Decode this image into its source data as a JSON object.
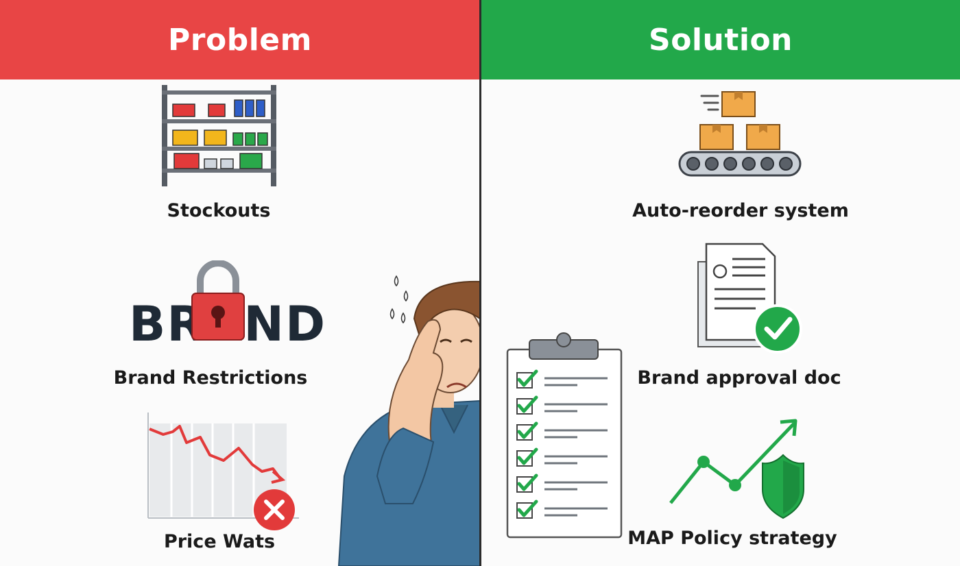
{
  "colors": {
    "problem": "#e84545",
    "solution": "#22a84a",
    "ink": "#1a1a1a",
    "shirt": "#3f739a"
  },
  "problem": {
    "title": "Problem",
    "items": [
      {
        "label": "Stockouts",
        "icon": "empty-shelf-icon"
      },
      {
        "label": "Brand Restrictions",
        "icon": "brand-lock-icon",
        "word": "BRAND"
      },
      {
        "label": "Price Wats",
        "icon": "falling-price-chart-icon"
      }
    ]
  },
  "solution": {
    "title": "Solution",
    "items": [
      {
        "label": "Auto-reorder system",
        "icon": "conveyor-boxes-icon"
      },
      {
        "label": "Brand approval doc",
        "icon": "approved-document-icon"
      },
      {
        "label": "MAP Policy strategy",
        "icon": "growth-shield-icon"
      }
    ],
    "extra_icon": "checklist-clipboard-icon"
  },
  "illustration": "stressed-man"
}
